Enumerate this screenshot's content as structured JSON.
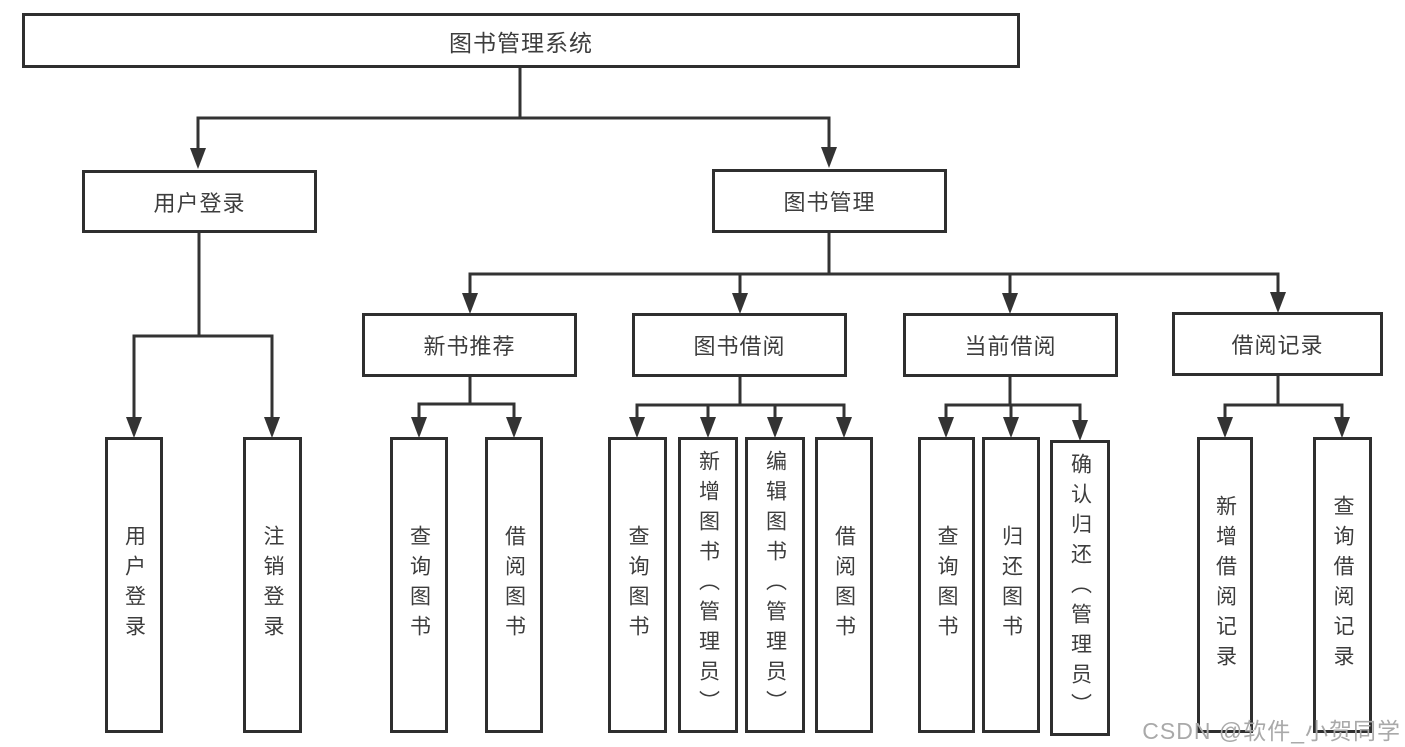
{
  "watermark": "CSDN @软件_小贺同学",
  "tree": {
    "root": "图书管理系统",
    "branches": [
      {
        "label": "用户登录",
        "leaves": [
          "用户登录",
          "注销登录"
        ]
      },
      {
        "label": "图书管理",
        "sections": [
          {
            "label": "新书推荐",
            "leaves": [
              "查询图书",
              "借阅图书"
            ]
          },
          {
            "label": "图书借阅",
            "leaves": [
              "查询图书",
              "新增图书（管理员）",
              "编辑图书（管理员）",
              "借阅图书"
            ]
          },
          {
            "label": "当前借阅",
            "leaves": [
              "查询图书",
              "归还图书",
              "确认归还（管理员）"
            ]
          },
          {
            "label": "借阅记录",
            "leaves": [
              "新增借阅记录",
              "查询借阅记录"
            ]
          }
        ]
      }
    ]
  }
}
